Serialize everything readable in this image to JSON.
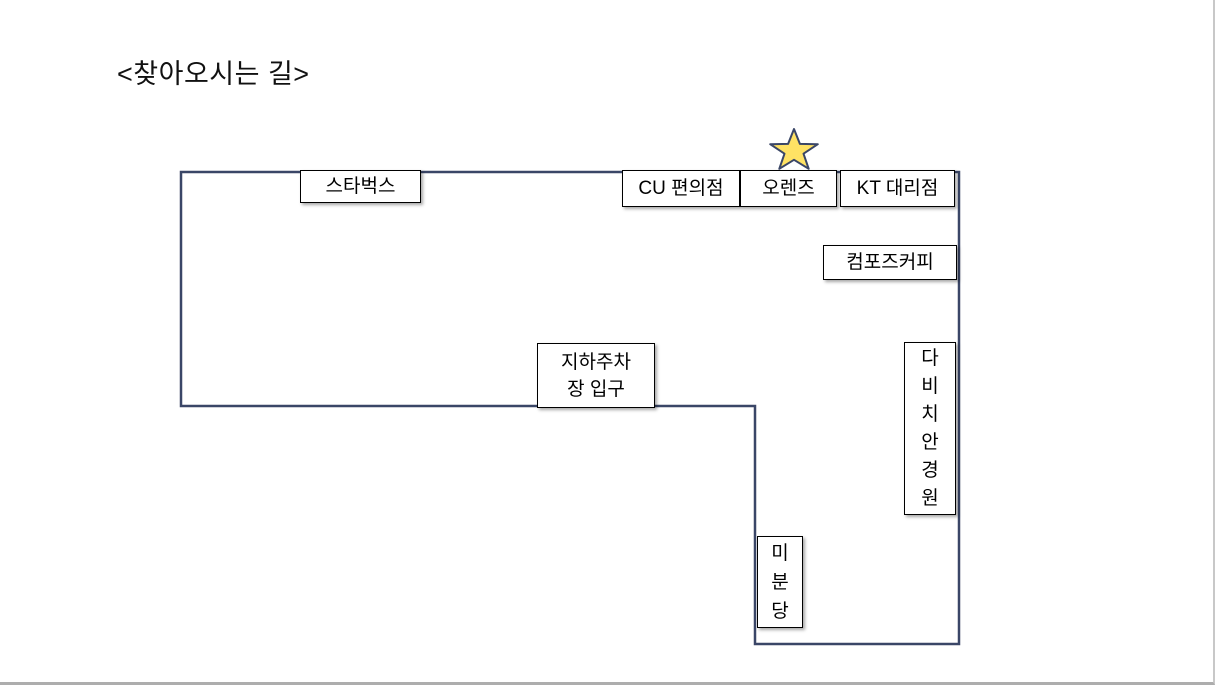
{
  "title": "<찾아오시는 길>",
  "page": {
    "background": "#ffffff",
    "edge_border_color": "#adadad"
  },
  "map": {
    "road": {
      "color": "#3A4667",
      "description": "L-shaped street outline"
    },
    "star": {
      "fill": "#FFE264",
      "stroke": "#3A4667",
      "meaning": "destination-marker"
    },
    "places": [
      {
        "id": "starbucks",
        "label": "스타벅스"
      },
      {
        "id": "cu-store",
        "label": "CU 편의점"
      },
      {
        "id": "olens",
        "label": "오렌즈"
      },
      {
        "id": "kt-store",
        "label": "KT 대리점"
      },
      {
        "id": "compose-coffee",
        "label": "컴포즈커피"
      },
      {
        "id": "parking-entrance",
        "label": "지하주차\n장 입구"
      },
      {
        "id": "davich-optical",
        "label": "다\n비\n치\n안\n경\n원"
      },
      {
        "id": "mibundang",
        "label": "미\n분\n당"
      }
    ]
  }
}
